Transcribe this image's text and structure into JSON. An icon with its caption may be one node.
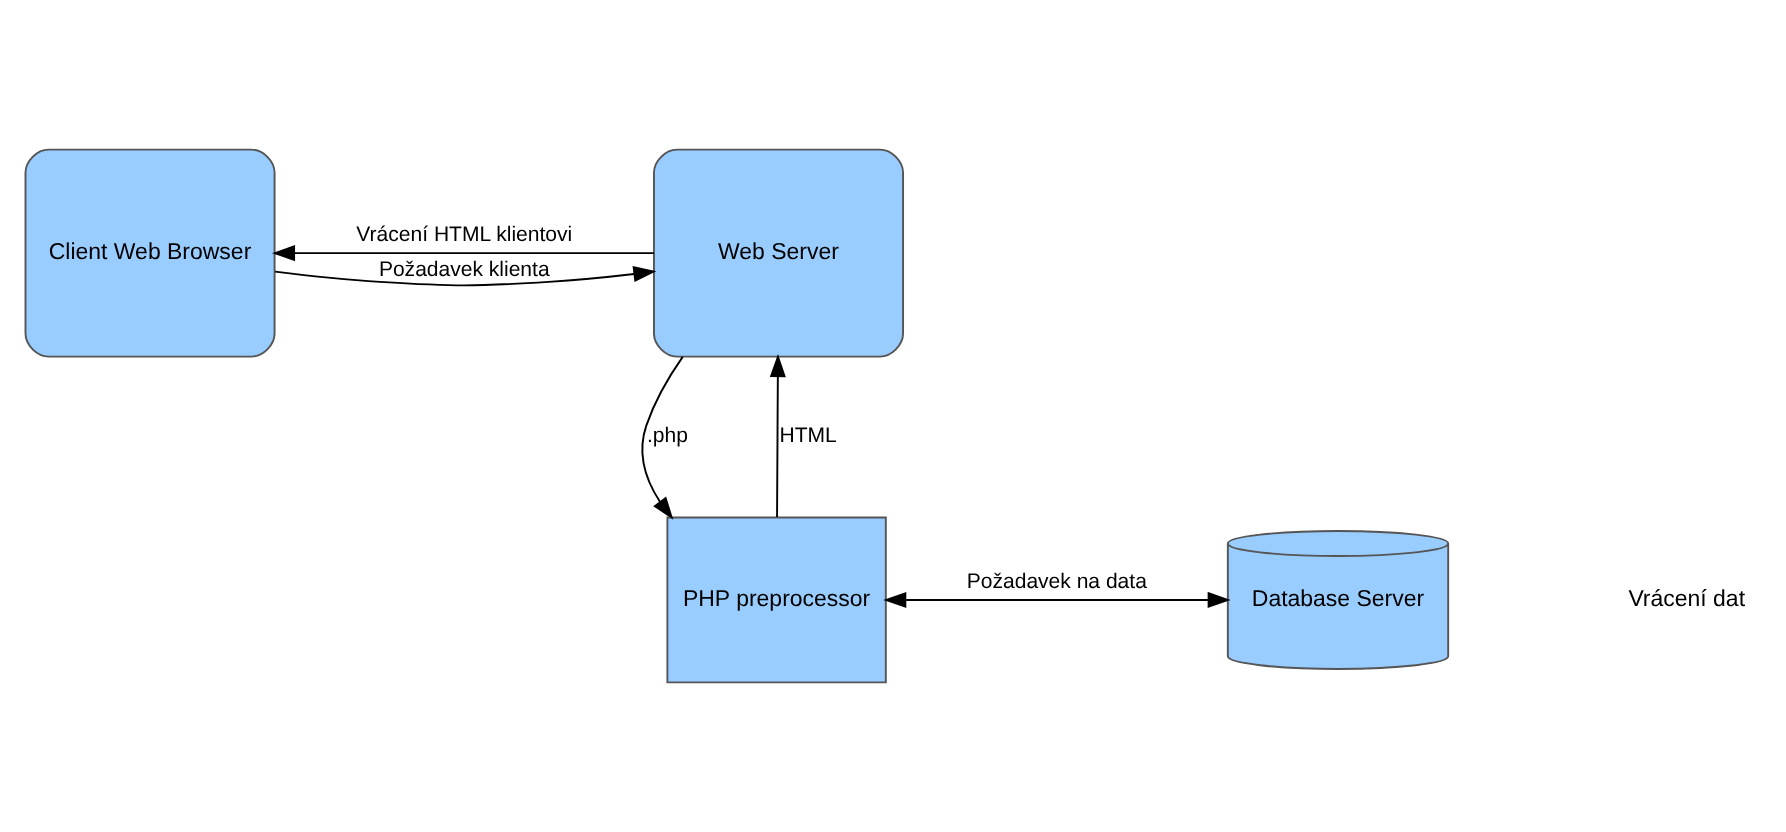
{
  "diagram": {
    "nodes": [
      {
        "text": [
          "Client Web Browser"
        ]
      },
      {
        "text": [
          "Web Server"
        ]
      },
      {
        "text": [
          "PHP preprocessor"
        ]
      },
      {
        "text": [
          "Database Server"
        ]
      }
    ],
    "edges": [
      {
        "from": 0,
        "to": 1,
        "arrow": "to",
        "label": "Požadavek klienta"
      },
      {
        "from": 1,
        "to": 0,
        "arrow": "to",
        "label": "Vrácení HTML klientovi"
      },
      {
        "from": 1,
        "to": 2,
        "arrow": "to",
        "label": ".php"
      },
      {
        "from": 2,
        "to": 1,
        "arrow": "to",
        "label": "HTML"
      },
      {
        "from": 2,
        "to": 3,
        "arrow": "both",
        "label": "Požadavek na data"
      }
    ],
    "labels": [
      "Vrácení dat"
    ]
  }
}
